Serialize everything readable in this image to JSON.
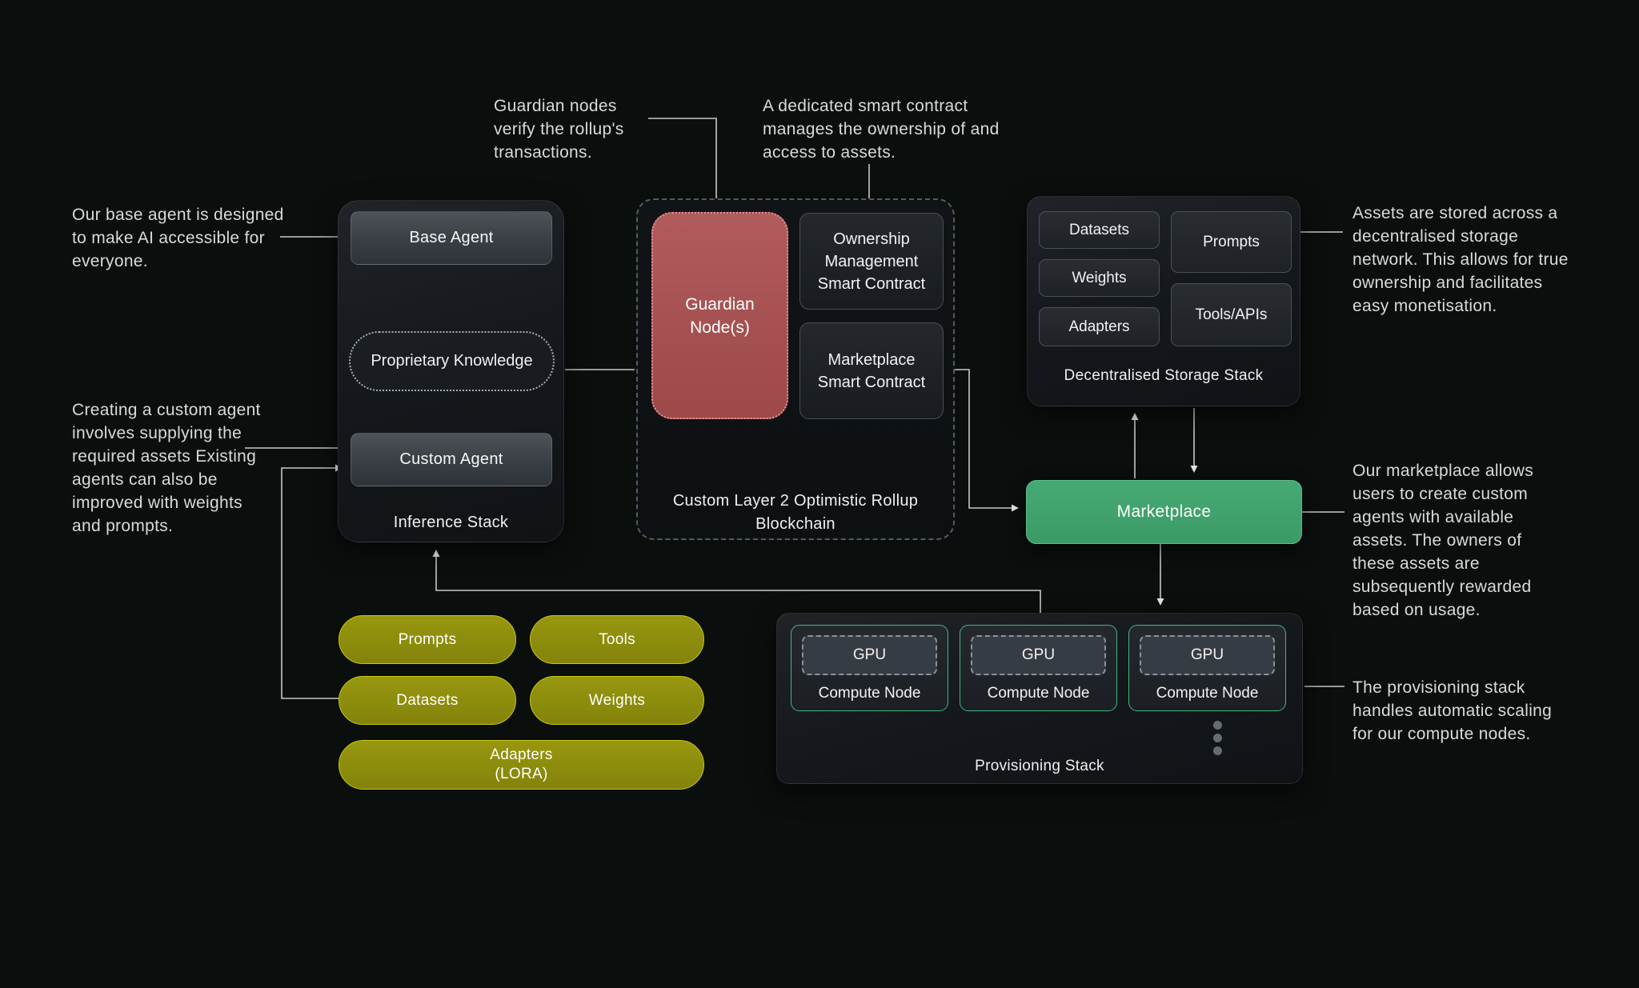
{
  "annotations": {
    "base_agent_note": "Our base agent is designed to make AI accessible for everyone.",
    "custom_agent_note": "Creating a custom agent involves supplying the required assets Existing agents can also be improved with weights and prompts.",
    "guardian_note": "Guardian nodes verify the rollup's transactions.",
    "ownership_note": "A dedicated smart contract manages the ownership of and access to assets.",
    "storage_note": "Assets are stored across a decentralised storage network. This allows for true ownership and facilitates easy monetisation.",
    "marketplace_note": "Our marketplace allows users to create custom agents with available assets. The owners of these assets are subsequently rewarded based on usage.",
    "provisioning_note": "The provisioning stack handles automatic scaling for our compute nodes."
  },
  "inference_stack": {
    "label": "Inference Stack",
    "base_agent": "Base Agent",
    "proprietary_knowledge": "Proprietary Knowledge",
    "custom_agent": "Custom Agent"
  },
  "rollup": {
    "label": "Custom Layer 2 Optimistic Rollup Blockchain",
    "guardian_node": "Guardian Node(s)",
    "ownership_contract": "Ownership Management Smart Contract",
    "marketplace_contract": "Marketplace Smart Contract"
  },
  "storage_stack": {
    "label": "Decentralised Storage Stack",
    "items": {
      "datasets": "Datasets",
      "weights": "Weights",
      "adapters": "Adapters",
      "prompts": "Prompts",
      "tools_apis": "Tools/APIs"
    }
  },
  "marketplace": {
    "label": "Marketplace"
  },
  "asset_pills": {
    "prompts": "Prompts",
    "tools": "Tools",
    "datasets": "Datasets",
    "weights": "Weights",
    "adapters_line1": "Adapters",
    "adapters_line2": "(LORA)"
  },
  "provisioning_stack": {
    "label": "Provisioning Stack",
    "nodes": [
      {
        "gpu": "GPU",
        "label": "Compute Node"
      },
      {
        "gpu": "GPU",
        "label": "Compute Node"
      },
      {
        "gpu": "GPU",
        "label": "Compute Node"
      }
    ]
  },
  "colors": {
    "background": "#0a0e0c",
    "marketplace_green": "#3ea26d",
    "guardian_red": "#a85353",
    "asset_yellow": "#90900f",
    "node_border_green": "#44b682",
    "connector": "#c8c8c8"
  }
}
